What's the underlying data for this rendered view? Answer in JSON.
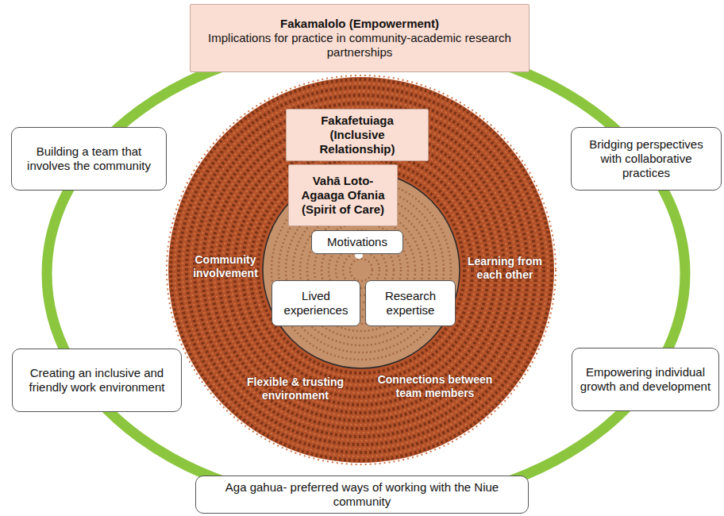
{
  "diagram": {
    "nodes": [
      {
        "text": [
          "Fakamalolo (Empowerment)",
          "Implications for practice in community-academic research partnerships"
        ]
      },
      {
        "text": [
          "Building a team that involves the community"
        ]
      },
      {
        "text": [
          "Bridging perspectives with collaborative practices"
        ]
      },
      {
        "text": [
          "Creating an inclusive and friendly work environment"
        ]
      },
      {
        "text": [
          "Empowering individual growth and development"
        ]
      },
      {
        "text": [
          "Aga gahua- preferred ways of working with the Niue community"
        ]
      },
      {
        "text": [
          "Fakafetuiaga (Inclusive Relationship)"
        ]
      },
      {
        "text": [
          "Vahā Loto-Agaaga Ofania (Spirit of Care)"
        ]
      },
      {
        "text": [
          "Motivations"
        ]
      },
      {
        "text": [
          "Lived experiences"
        ]
      },
      {
        "text": [
          "Research expertise"
        ]
      }
    ],
    "labels": [
      "Community involvement",
      "Learning from each other",
      "Flexible & trusting environment",
      "Connections between team members"
    ]
  }
}
